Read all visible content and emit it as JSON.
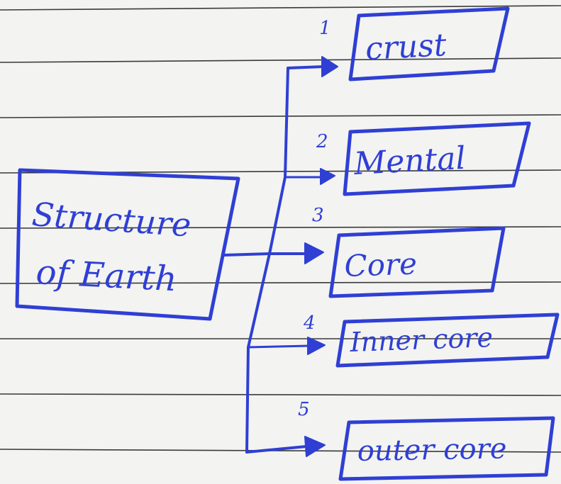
{
  "colors": {
    "paper": "#f3f3f1",
    "rule": "#3a3a3a",
    "ink": "#2f3fd4"
  },
  "diagram": {
    "root": {
      "line1": "Structure",
      "line2": "of Earth"
    },
    "branches": [
      {
        "number": "1",
        "label": "crust"
      },
      {
        "number": "2",
        "label": "Mental"
      },
      {
        "number": "3",
        "label": "Core"
      },
      {
        "number": "4",
        "label": "Inner core"
      },
      {
        "number": "5",
        "label": "outer core"
      }
    ]
  }
}
